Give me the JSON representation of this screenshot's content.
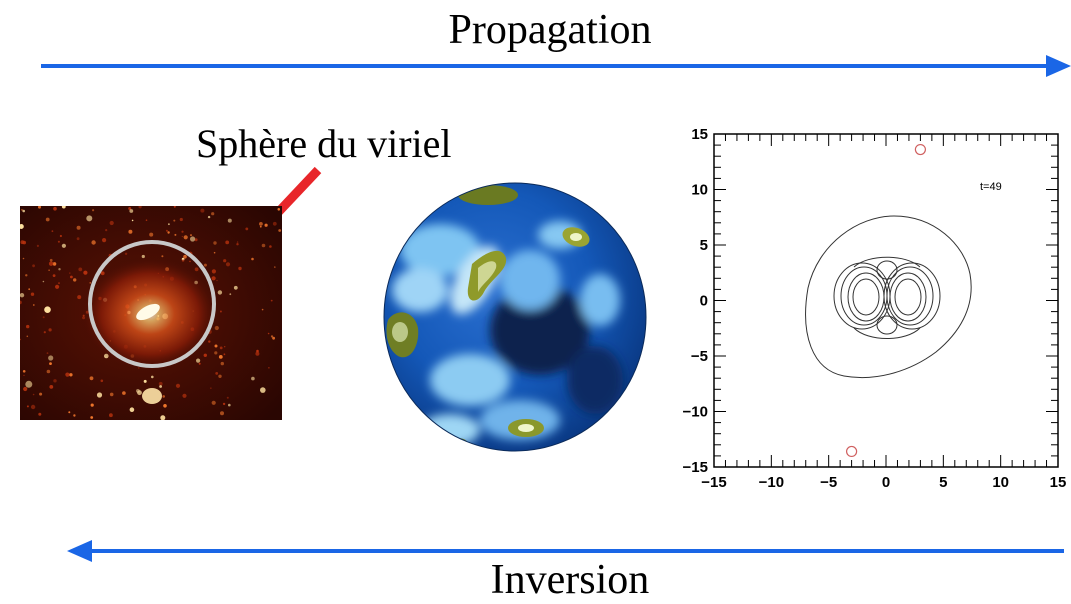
{
  "propagation_label": "Propagation",
  "inversion_label": "Inversion",
  "virial_label": "Sphère du viriel",
  "colors": {
    "arrow_blue": "#1a66e6",
    "pointer_red": "#e8262a",
    "halo_circle": "#c8c8c8",
    "marker_circle": "#d06060"
  },
  "contour_plot": {
    "x_ticks": [
      "−15",
      "−10",
      "−5",
      "0",
      "5",
      "10",
      "15"
    ],
    "y_ticks": [
      "15",
      "10",
      "5",
      "0",
      "−5",
      "−10",
      "−15"
    ],
    "annotation": "t=49",
    "xlim": [
      -15,
      15
    ],
    "ylim": [
      -15,
      15
    ],
    "markers": [
      {
        "x": 3,
        "y": 13.6
      },
      {
        "x": -3,
        "y": -13.6
      }
    ]
  }
}
